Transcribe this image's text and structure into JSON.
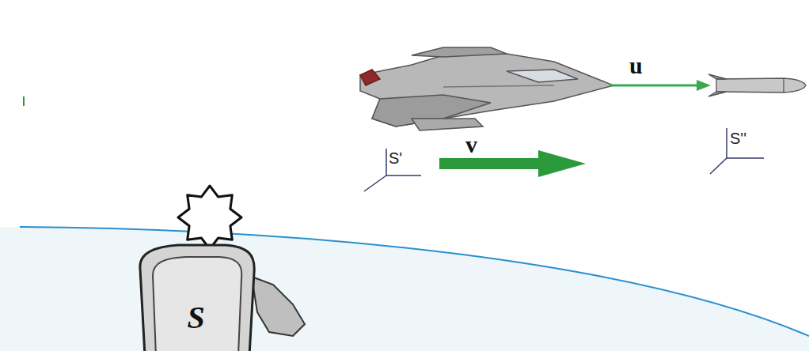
{
  "diagram": {
    "nodes": [
      {
        "text": [
          "S"
        ]
      }
    ],
    "labels": [
      "u",
      "v",
      "S'",
      "S''"
    ]
  }
}
